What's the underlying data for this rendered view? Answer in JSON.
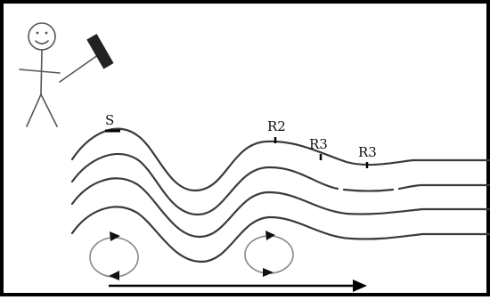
{
  "labels": {
    "source": "S",
    "receiver_1": "R2",
    "receiver_2": "R3",
    "receiver_3": "R3"
  }
}
